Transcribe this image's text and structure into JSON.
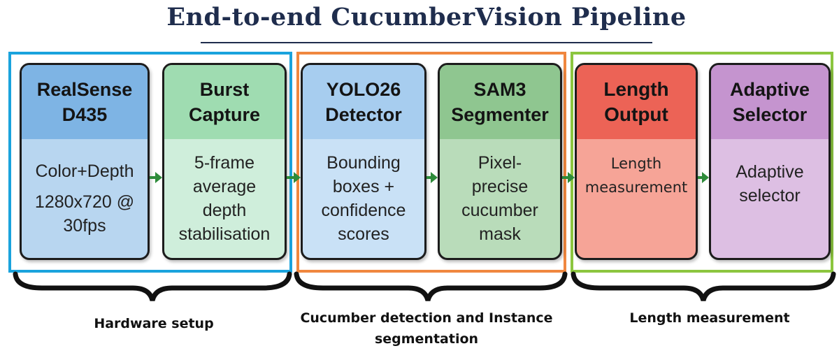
{
  "title": "End-to-end CucumberVision Pipeline",
  "nodes": {
    "realsense": {
      "head": [
        "RealSense",
        "D435"
      ],
      "body": [
        "Color+Depth",
        "1280x720 @",
        "30fps"
      ]
    },
    "burst": {
      "head": [
        "Burst",
        "Capture"
      ],
      "body": [
        "5-frame",
        "average",
        "depth",
        "stabilisation"
      ]
    },
    "yolo": {
      "head": [
        "YOLO26",
        "Detector"
      ],
      "body": [
        "Bounding",
        "boxes +",
        "confidence",
        "scores"
      ]
    },
    "sam": {
      "head": [
        "SAM3",
        "Segmenter"
      ],
      "body": [
        "Pixel-",
        "precise",
        "cucumber",
        "mask"
      ]
    },
    "length": {
      "head": [
        "Length",
        "Output"
      ],
      "body": [
        "Length",
        "measurement"
      ]
    },
    "adaptive": {
      "head": [
        "Adaptive",
        "Selector"
      ],
      "body": [
        "Adaptive",
        "selector"
      ]
    }
  },
  "groups": {
    "hardware": {
      "label": "Hardware setup",
      "frame_color": "#1aa3dd"
    },
    "detection": {
      "label_lines": [
        "Cucumber detection and Instance",
        "segmentation"
      ],
      "frame_color": "#f0873f"
    },
    "measurement": {
      "label": "Length measurement",
      "frame_color": "#8cc63f"
    }
  },
  "colors": {
    "title": "#1f2d4d",
    "arrow": "#2e8b3a"
  }
}
